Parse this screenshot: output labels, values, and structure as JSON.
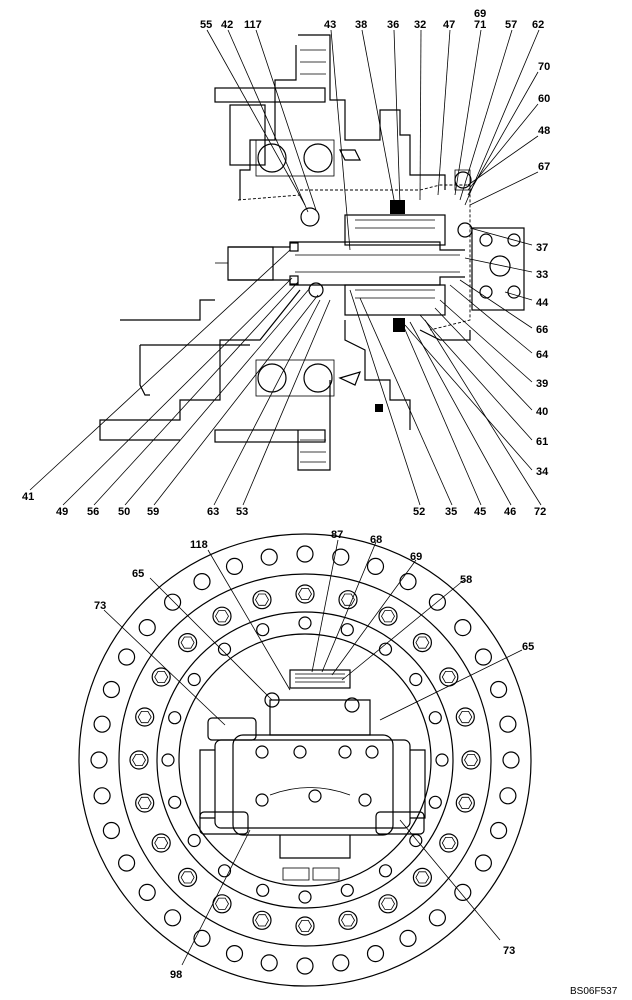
{
  "top_view_callouts": {
    "c55": "55",
    "c42": "42",
    "c117": "117",
    "c43": "43",
    "c38": "38",
    "c36": "36",
    "c32": "32",
    "c47": "47",
    "c69": "69",
    "c71": "71",
    "c57": "57",
    "c62": "62",
    "c70": "70",
    "c60": "60",
    "c48": "48",
    "c67": "67",
    "c37": "37",
    "c33": "33",
    "c44": "44",
    "c66": "66",
    "c64": "64",
    "c39": "39",
    "c40": "40",
    "c61": "61",
    "c34": "34",
    "c41": "41",
    "c49": "49",
    "c56": "56",
    "c50": "50",
    "c59": "59",
    "c63": "63",
    "c53": "53",
    "c52": "52",
    "c35": "35",
    "c45": "45",
    "c46": "46",
    "c72": "72"
  },
  "bottom_view_callouts": {
    "c118": "118",
    "c87": "87",
    "c68": "68",
    "c69": "69",
    "c58": "58",
    "c65a": "65",
    "c65b": "65",
    "c73a": "73",
    "c73b": "73",
    "c98": "98"
  },
  "figure_ref": "BS06F537"
}
